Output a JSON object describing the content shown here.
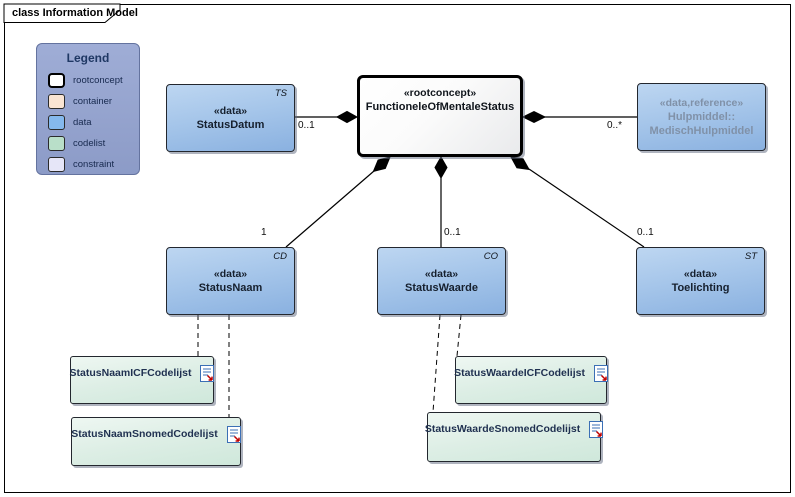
{
  "frame": {
    "label": "class Information Model"
  },
  "legend": {
    "title": "Legend",
    "items": [
      {
        "label": "rootconcept",
        "color": "#ffffff"
      },
      {
        "label": "container",
        "color": "#fae5d3"
      },
      {
        "label": "data",
        "color": "#85b9ed"
      },
      {
        "label": "codelist",
        "color": "#b9dfc9"
      },
      {
        "label": "constraint",
        "color": "#e6e6f8"
      }
    ]
  },
  "nodes": {
    "rootconcept": {
      "stereotype": "«rootconcept»",
      "name": "FunctioneleOfMentaleStatus"
    },
    "statusdatum": {
      "stereotype": "«data»",
      "name": "StatusDatum",
      "tag": "TS",
      "multiplicity": "0..1"
    },
    "hulpmiddel": {
      "stereotype": "«data,reference»",
      "name_line1": "Hulpmiddel::",
      "name_line2": "MedischHulpmiddel",
      "multiplicity": "0..*"
    },
    "statusnaam": {
      "stereotype": "«data»",
      "name": "StatusNaam",
      "tag": "CD",
      "multiplicity": "1"
    },
    "statuswaarde": {
      "stereotype": "«data»",
      "name": "StatusWaarde",
      "tag": "CO",
      "multiplicity": "0..1"
    },
    "toelichting": {
      "stereotype": "«data»",
      "name": "Toelichting",
      "tag": "ST",
      "multiplicity": "0..1"
    },
    "codelists": [
      {
        "name": "StatusNaamICFCodelijst"
      },
      {
        "name": "StatusNaamSnomedCodelijst"
      },
      {
        "name": "StatusWaardeICFCodelijst"
      },
      {
        "name": "StatusWaardeSnomedCodelijst"
      }
    ]
  },
  "colors": {
    "data_fill": "#a6c6ea",
    "codelist_fill": "#ddeee5",
    "rootconcept_fill": "#ffffff",
    "legend_bg": "#94a3cf",
    "reference_text": "#8091a8",
    "connector": "#000000"
  }
}
